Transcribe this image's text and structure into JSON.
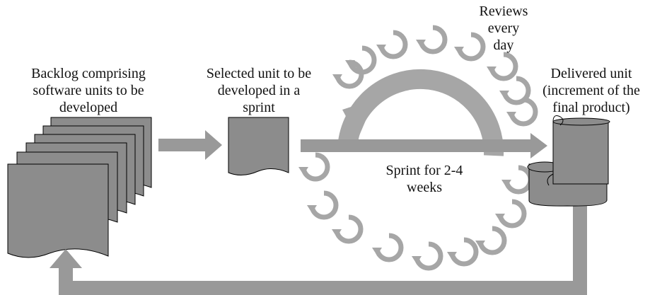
{
  "labels": {
    "backlog": [
      "Backlog comprising",
      "software units to be",
      "developed"
    ],
    "selected": [
      "Selected unit to be",
      "developed in a",
      "sprint"
    ],
    "reviews": [
      "Reviews",
      "every",
      "day"
    ],
    "delivered": [
      "Delivered unit",
      "(increment of the",
      "final product)"
    ],
    "sprint": [
      "Sprint for 2-4",
      "weeks"
    ]
  },
  "colors": {
    "doc_fill": "#8c8c8c",
    "arrow": "#999999",
    "cycle": "#a6a6a6",
    "small_cycle": "#a6a6a6",
    "stroke": "#000000",
    "text": "#111111"
  }
}
